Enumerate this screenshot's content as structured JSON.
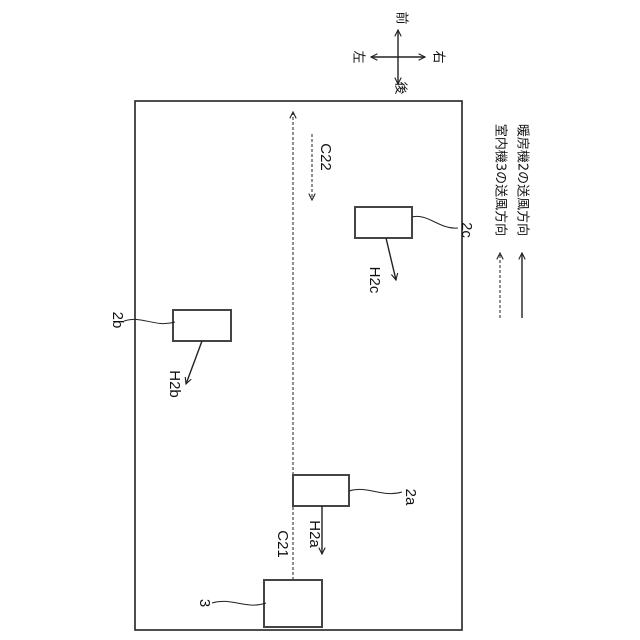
{
  "compass": {
    "front": "前",
    "left": "左",
    "right": "右",
    "back": "後"
  },
  "units": {
    "indoor_unit": "3",
    "heater_a": "2a",
    "heater_b": "2b",
    "heater_c": "2c"
  },
  "flow_labels": {
    "c21": "C21",
    "c22": "C22",
    "h2a": "H2a",
    "h2b": "H2b",
    "h2c": "H2c"
  },
  "legend": {
    "dashed_label": "室内機3の送風方向",
    "solid_label": "暖房機2の送風方向"
  }
}
